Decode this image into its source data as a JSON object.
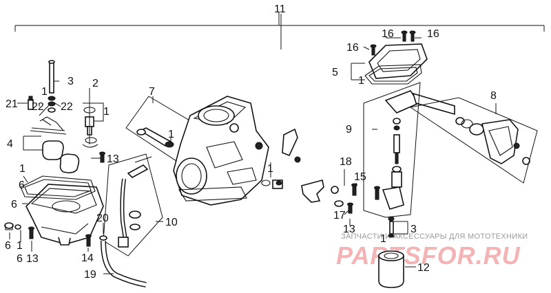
{
  "callouts": {
    "c11": "11",
    "c16a": "16",
    "c16b": "16",
    "c16c": "16",
    "c5": "5",
    "c1_5": "1",
    "c3": "3",
    "c1_3": "1",
    "c2": "2",
    "c1_2": "1",
    "c7": "7",
    "c1_7": "1",
    "c8": "8",
    "c9": "9",
    "c21": "21",
    "c22a": "22",
    "c22b": "22",
    "c4": "4",
    "c13a": "13",
    "c1_6": "1",
    "c6a": "6",
    "c6b": "6",
    "c10": "10",
    "c20": "20",
    "c6c": "6",
    "c1_low": "1",
    "c6d": "6",
    "c13b": "13",
    "c14": "14",
    "c19": "19",
    "c1_center": "1",
    "c18": "18",
    "c15": "15",
    "c17": "17",
    "c13c": "13",
    "c3b": "3",
    "c1_3b": "1",
    "c12": "12"
  },
  "watermark": {
    "tagline": "ЗАПЧАСТИ И АКСЕССУАРЫ ДЛЯ МОТОТЕХНИКИ",
    "logo": "PARTSFOR.RU"
  },
  "colors": {
    "ink": "#111111",
    "watermark_logo": "#f2b4b4",
    "watermark_text": "#9a9a9a"
  }
}
